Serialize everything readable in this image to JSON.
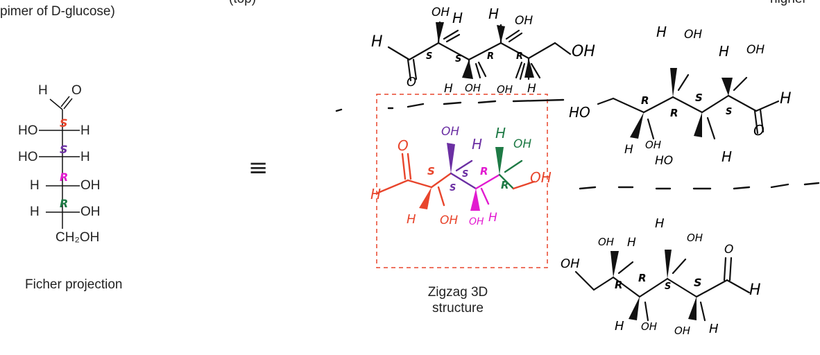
{
  "header": {
    "subtitle_fragment": "pimer of D-glucose)",
    "top_fragment": "(top)",
    "top_right_fragment": "higher"
  },
  "fischer": {
    "atoms": {
      "h_top": "H",
      "o_top": "O",
      "ho1": "HO",
      "h1": "H",
      "ho2": "HO",
      "h2": "H",
      "h3": "H",
      "oh3": "OH",
      "h4": "H",
      "oh4": "OH",
      "ch2oh": "CH₂OH"
    },
    "config": [
      "S",
      "S",
      "R",
      "R"
    ],
    "caption": "Ficher projection"
  },
  "equivalence": {
    "symbol": "≡"
  },
  "zigzag_center": {
    "caption_line1": "Zigzag 3D",
    "caption_line2": "structure",
    "labels": {
      "o": "O",
      "h_left": "H",
      "h_bottom": "H",
      "oh_top": "OH",
      "h_top": "H",
      "h_top2": "H",
      "oh_top2": "OH",
      "oh_bottom": "OH",
      "oh_bottom2": "OH",
      "h_bottom2": "H",
      "oh_right": "OH",
      "c2": "S",
      "c2b": "S",
      "c3": "S",
      "c4": "R",
      "c5": "R"
    }
  },
  "zigzag_top": {
    "labels": {
      "h_left": "H",
      "o": "O",
      "oh1": "OH",
      "h1": "H",
      "h2": "H",
      "oh2": "OH",
      "h3": "H",
      "oh3": "OH",
      "oh4": "OH",
      "h4": "H",
      "oh_end": "OH",
      "c2": "S",
      "c3": "S",
      "c4": "R",
      "c5": "R"
    }
  },
  "zigzag_right": {
    "labels": {
      "ho_left": "HO",
      "h_top1": "H",
      "oh_top1": "OH",
      "h_top2": "H",
      "oh_top2": "OH",
      "h_right": "H",
      "o": "O",
      "h_b1": "H",
      "oh_b1": "OH",
      "ho_b2": "HO",
      "h_b2": "H",
      "c1": "R",
      "c2": "R",
      "c3": "S",
      "c4": "S"
    }
  },
  "zigzag_bottom": {
    "labels": {
      "oh_left": "OH",
      "oh_t1": "OH",
      "h_t1": "H",
      "h_t2": "H",
      "oh_t2": "OH",
      "o": "O",
      "h_right": "H",
      "h_b1": "H",
      "oh_b1": "OH",
      "oh_b2": "OH",
      "h_b2": "H",
      "c1": "R",
      "c2": "R",
      "c3": "S",
      "c4": "S"
    }
  },
  "colors": {
    "black": "#111111",
    "red": "#e8452c",
    "purple": "#6b2fa3",
    "magenta": "#e21bd0",
    "green": "#1e7a45",
    "box": "#e8452c"
  }
}
